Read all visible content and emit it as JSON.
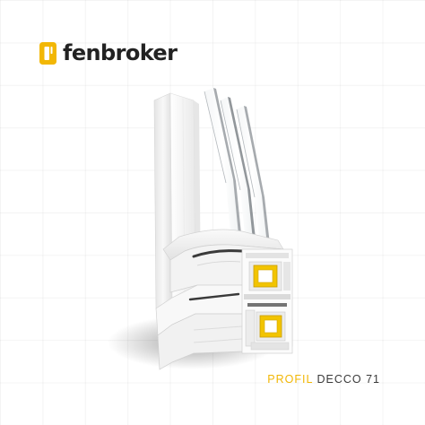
{
  "brand": {
    "name": "fenbroker",
    "accent_color": "#f2b705",
    "text_color": "#222222",
    "logo_icon": "yellow-rounded-square-logo-icon"
  },
  "product_image": {
    "icon": "pvc-window-profile-cross-section"
  },
  "caption": {
    "accent_text": "PROFIL",
    "main_text": "DECCO 71"
  },
  "colors": {
    "background": "#ffffff",
    "reinforcement": "#f2c400",
    "glass_edge": "#8a8f94"
  }
}
